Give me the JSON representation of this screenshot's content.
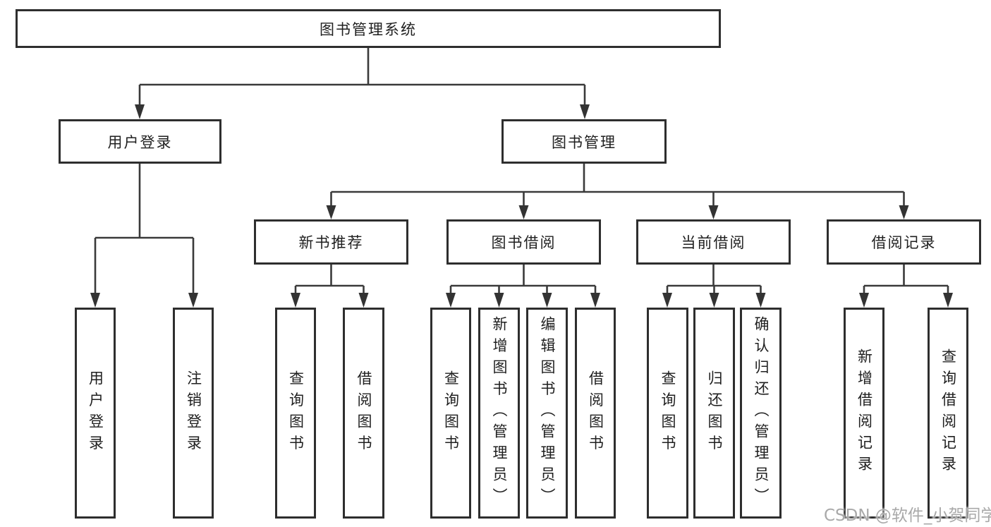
{
  "root": {
    "label": "图书管理系统"
  },
  "level2": [
    {
      "label": "用户登录"
    },
    {
      "label": "图书管理"
    }
  ],
  "level3": [
    {
      "label": "新书推荐"
    },
    {
      "label": "图书借阅"
    },
    {
      "label": "当前借阅"
    },
    {
      "label": "借阅记录"
    }
  ],
  "leaves": {
    "user_login_group": [
      {
        "label": "用户登录"
      },
      {
        "label": "注销登录"
      }
    ],
    "new_book_group": [
      {
        "label": "查询图书"
      },
      {
        "label": "借阅图书"
      }
    ],
    "borrow_group": [
      {
        "label": "查询图书"
      },
      {
        "label": "新增图书（管理员）"
      },
      {
        "label": "编辑图书（管理员）"
      },
      {
        "label": "借阅图书"
      }
    ],
    "current_group": [
      {
        "label": "查询图书"
      },
      {
        "label": "归还图书"
      },
      {
        "label": "确认归还（管理员）"
      }
    ],
    "records_group": [
      {
        "label": "新增借阅记录"
      },
      {
        "label": "查询借阅记录"
      }
    ]
  },
  "watermark": "CSDN @软件_小贺同学",
  "colors": {
    "line": "#3a3a3a",
    "box_border": "#2e2e2e",
    "text": "#1f1f1f",
    "watermark": "#a9a9a9",
    "background": "#ffffff"
  }
}
